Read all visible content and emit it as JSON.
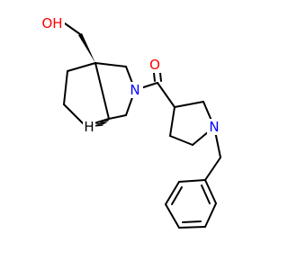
{
  "molecule": {
    "atoms": {
      "hydroxyl": {
        "text": "OH",
        "color": "#ff0000"
      },
      "carbonyl_oxygen": {
        "text": "O",
        "color": "#ff0000"
      },
      "amide_nitrogen": {
        "text": "N",
        "color": "#0000ff"
      },
      "pyrrolidine_nitrogen": {
        "text": "N",
        "color": "#0000ff"
      },
      "stereo_hydrogen": {
        "text": "H",
        "color": "#000000"
      }
    },
    "bond_color": "#000000"
  }
}
